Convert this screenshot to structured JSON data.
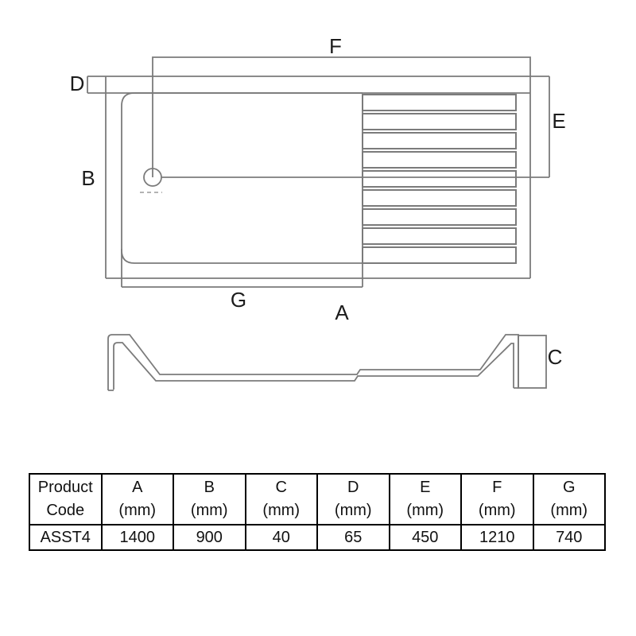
{
  "diagram": {
    "labels": {
      "A": "A",
      "B": "B",
      "C": "C",
      "D": "D",
      "E": "E",
      "F": "F",
      "G": "G"
    }
  },
  "table": {
    "first_column": {
      "line1": "Product",
      "line2": "Code"
    },
    "columns": [
      {
        "letter": "A",
        "unit": "(mm)"
      },
      {
        "letter": "B",
        "unit": "(mm)"
      },
      {
        "letter": "C",
        "unit": "(mm)"
      },
      {
        "letter": "D",
        "unit": "(mm)"
      },
      {
        "letter": "E",
        "unit": "(mm)"
      },
      {
        "letter": "F",
        "unit": "(mm)"
      },
      {
        "letter": "G",
        "unit": "(mm)"
      }
    ],
    "row": {
      "code": "ASST4",
      "values": [
        "1400",
        "900",
        "40",
        "65",
        "450",
        "1210",
        "740"
      ]
    }
  },
  "colors": {
    "drawing_line": "#7b7b7b",
    "dashed_line": "#b3b3b3",
    "table_border": "#000000",
    "text": "#1c1c1c",
    "background": "#ffffff"
  }
}
